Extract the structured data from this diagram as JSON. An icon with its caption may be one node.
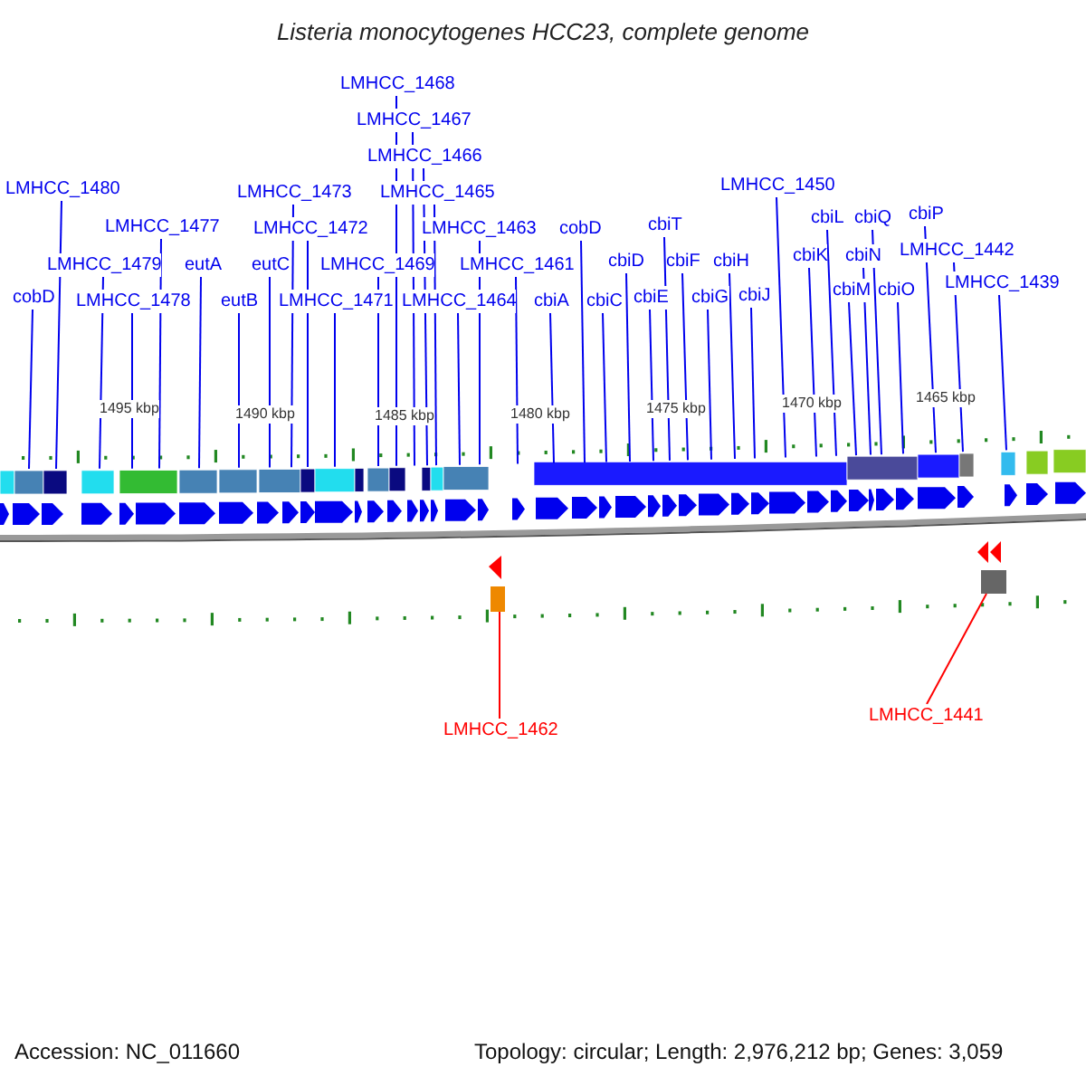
{
  "diagram": {
    "title": "Listeria monocytogenes HCC23, complete genome",
    "nodes": [
      {
        "text": [
          "LMHCC_1468"
        ]
      },
      {
        "text": [
          "LMHCC_1467"
        ]
      },
      {
        "text": [
          "LMHCC_1466"
        ]
      },
      {
        "text": [
          "LMHCC_1480"
        ]
      },
      {
        "text": [
          "LMHCC_1473"
        ]
      },
      {
        "text": [
          "LMHCC_1465"
        ]
      },
      {
        "text": [
          "LMHCC_1450"
        ]
      },
      {
        "text": [
          "cbiL"
        ]
      },
      {
        "text": [
          "cbiQ"
        ]
      },
      {
        "text": [
          "cbiP"
        ]
      },
      {
        "text": [
          "LMHCC_1477"
        ]
      },
      {
        "text": [
          "LMHCC_1472"
        ]
      },
      {
        "text": [
          "LMHCC_1463"
        ]
      },
      {
        "text": [
          "cobD"
        ]
      },
      {
        "text": [
          "cbiT"
        ]
      },
      {
        "text": [
          "cbiK"
        ]
      },
      {
        "text": [
          "cbiN"
        ]
      },
      {
        "text": [
          "LMHCC_1442"
        ]
      },
      {
        "text": [
          "LMHCC_1479"
        ]
      },
      {
        "text": [
          "eutA"
        ]
      },
      {
        "text": [
          "eutC"
        ]
      },
      {
        "text": [
          "LMHCC_1469"
        ]
      },
      {
        "text": [
          "LMHCC_1461"
        ]
      },
      {
        "text": [
          "cbiD"
        ]
      },
      {
        "text": [
          "cbiF"
        ]
      },
      {
        "text": [
          "cbiH"
        ]
      },
      {
        "text": [
          "LMHCC_1439"
        ]
      },
      {
        "text": [
          "cbiM"
        ]
      },
      {
        "text": [
          "cbiO"
        ]
      },
      {
        "text": [
          "cobD"
        ]
      },
      {
        "text": [
          "LMHCC_1478"
        ]
      },
      {
        "text": [
          "eutB"
        ]
      },
      {
        "text": [
          "LMHCC_1471"
        ]
      },
      {
        "text": [
          "LMHCC_1464"
        ]
      },
      {
        "text": [
          "cbiA"
        ]
      },
      {
        "text": [
          "cbiC"
        ]
      },
      {
        "text": [
          "cbiE"
        ]
      },
      {
        "text": [
          "cbiG"
        ]
      },
      {
        "text": [
          "cbiJ"
        ]
      },
      {
        "text": [
          "LMHCC_1462"
        ]
      },
      {
        "text": [
          "LMHCC_1441"
        ]
      },
      {
        "text": [],
        "shape": "bar"
      },
      {
        "text": [],
        "shape": "box"
      },
      {
        "text": [],
        "shape": "box"
      }
    ],
    "edges": [
      {
        "from": 0,
        "to": 41,
        "arrow": "none"
      },
      {
        "from": 1,
        "to": 41,
        "arrow": "none"
      },
      {
        "from": 2,
        "to": 41,
        "arrow": "none"
      },
      {
        "from": 3,
        "to": 41,
        "arrow": "none"
      },
      {
        "from": 4,
        "to": 41,
        "arrow": "none"
      },
      {
        "from": 5,
        "to": 41,
        "arrow": "none"
      },
      {
        "from": 6,
        "to": 41,
        "arrow": "none"
      },
      {
        "from": 7,
        "to": 41,
        "arrow": "none"
      },
      {
        "from": 8,
        "to": 41,
        "arrow": "none"
      },
      {
        "from": 9,
        "to": 41,
        "arrow": "none"
      },
      {
        "from": 10,
        "to": 41,
        "arrow": "none"
      },
      {
        "from": 11,
        "to": 41,
        "arrow": "none"
      },
      {
        "from": 12,
        "to": 41,
        "arrow": "none"
      },
      {
        "from": 13,
        "to": 41,
        "arrow": "none"
      },
      {
        "from": 14,
        "to": 41,
        "arrow": "none"
      },
      {
        "from": 15,
        "to": 41,
        "arrow": "none"
      },
      {
        "from": 16,
        "to": 41,
        "arrow": "none"
      },
      {
        "from": 17,
        "to": 41,
        "arrow": "none"
      },
      {
        "from": 18,
        "to": 41,
        "arrow": "none"
      },
      {
        "from": 19,
        "to": 41,
        "arrow": "none"
      },
      {
        "from": 20,
        "to": 41,
        "arrow": "none"
      },
      {
        "from": 21,
        "to": 41,
        "arrow": "none"
      },
      {
        "from": 22,
        "to": 41,
        "arrow": "none"
      },
      {
        "from": 23,
        "to": 41,
        "arrow": "none"
      },
      {
        "from": 24,
        "to": 41,
        "arrow": "none"
      },
      {
        "from": 25,
        "to": 41,
        "arrow": "none"
      },
      {
        "from": 26,
        "to": 41,
        "arrow": "none"
      },
      {
        "from": 27,
        "to": 41,
        "arrow": "none"
      },
      {
        "from": 28,
        "to": 41,
        "arrow": "none"
      },
      {
        "from": 29,
        "to": 41,
        "arrow": "none"
      },
      {
        "from": 30,
        "to": 41,
        "arrow": "none"
      },
      {
        "from": 31,
        "to": 41,
        "arrow": "none"
      },
      {
        "from": 32,
        "to": 41,
        "arrow": "none"
      },
      {
        "from": 33,
        "to": 41,
        "arrow": "none"
      },
      {
        "from": 34,
        "to": 41,
        "arrow": "none"
      },
      {
        "from": 35,
        "to": 41,
        "arrow": "none"
      },
      {
        "from": 36,
        "to": 41,
        "arrow": "none"
      },
      {
        "from": 37,
        "to": 41,
        "arrow": "none"
      },
      {
        "from": 38,
        "to": 41,
        "arrow": "none"
      },
      {
        "from": 39,
        "to": 42,
        "arrow": "none",
        "color": "#ff0000"
      },
      {
        "from": 40,
        "to": 43,
        "arrow": "none",
        "color": "#ff0000"
      }
    ],
    "labels": [
      "1495 kbp",
      "1490 kbp",
      "1485 kbp",
      "1480 kbp",
      "1475 kbp",
      "1470 kbp",
      "1465 kbp",
      "Accession: NC_011660",
      "Topology: circular; Length: 2,976,212 bp; Genes: 3,059"
    ]
  }
}
